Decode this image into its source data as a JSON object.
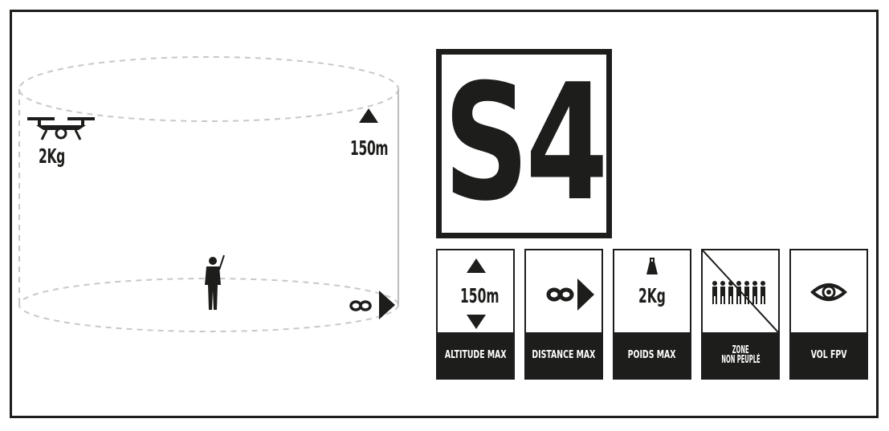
{
  "scene": {
    "drone_weight": "2Kg",
    "altitude": "150m"
  },
  "category": {
    "code": "S4"
  },
  "tiles": [
    {
      "value": "150m",
      "caption": "ALTITUDE MAX",
      "icon": "altitude-arrows-icon"
    },
    {
      "value": "",
      "caption": "DISTANCE MAX",
      "icon": "infinity-arrow-icon"
    },
    {
      "value": "2Kg",
      "caption": "POIDS MAX",
      "icon": "weight-icon"
    },
    {
      "value": "",
      "caption_line1": "ZONE",
      "caption_line2": "NON PEUPLÉ",
      "icon": "crossed-out-people-icon"
    },
    {
      "value": "",
      "caption": "VOL FPV",
      "icon": "eye-icon"
    }
  ],
  "colors": {
    "ink": "#1d1d1b",
    "dash": "#c8c8c8",
    "background": "#ffffff"
  }
}
